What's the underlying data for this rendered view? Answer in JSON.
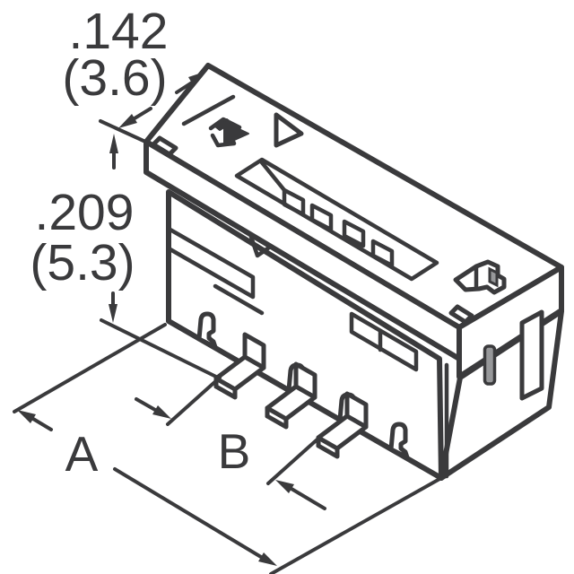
{
  "drawing": {
    "subject": "ffc-connector-isometric-technical-drawing",
    "background_color": "#ffffff",
    "line_color": "#3a3a3c",
    "metal_color": "#97989a",
    "dimensions": {
      "lid_depth": {
        "inches": ".142",
        "millimeters": "(3.6)"
      },
      "overall_height": {
        "inches": ".209",
        "millimeters": "(5.3)"
      },
      "overall_length": {
        "label": "A"
      },
      "lead_spacing": {
        "label": "B"
      }
    }
  }
}
